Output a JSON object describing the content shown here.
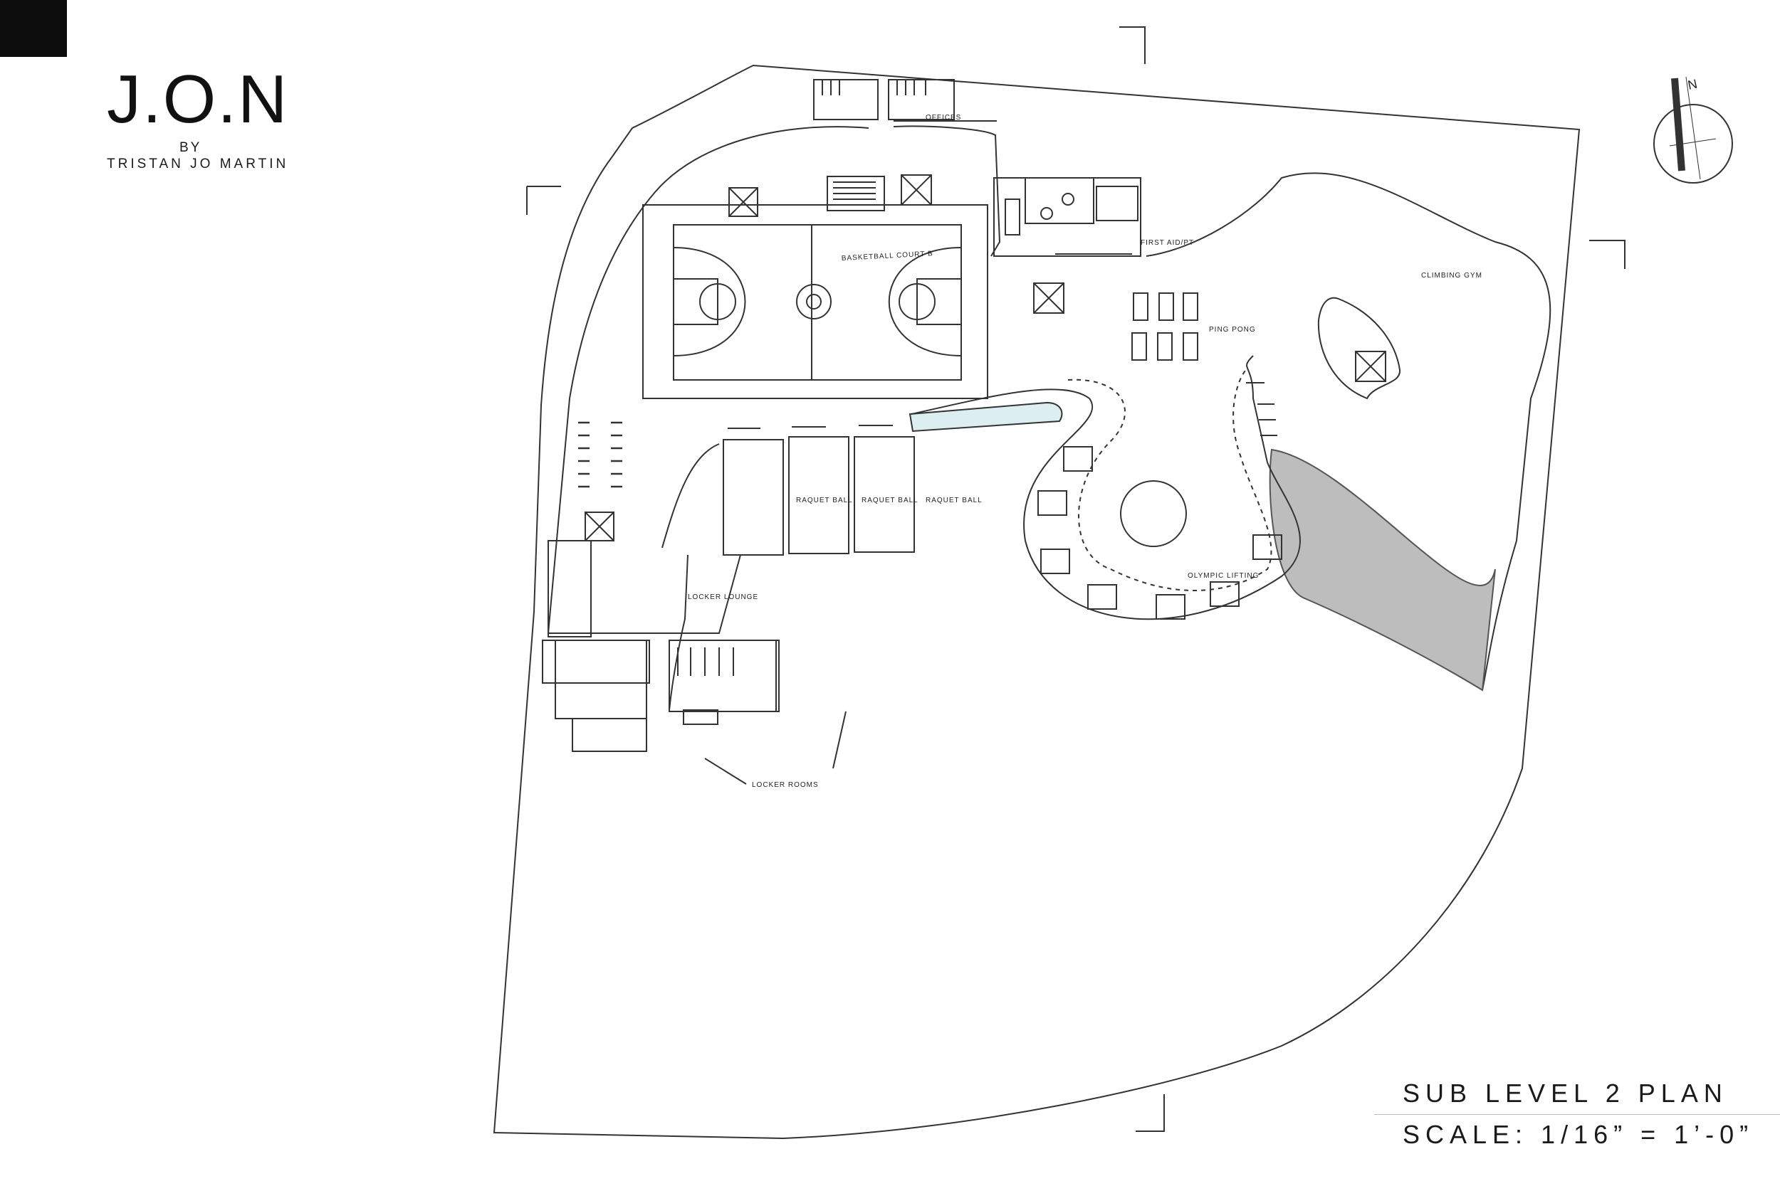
{
  "brand": {
    "logo": "J.O.N",
    "by": "BY",
    "author": "TRISTAN JO MARTIN"
  },
  "sheet": {
    "title": "SUB LEVEL 2 PLAN",
    "scale": "SCALE: 1/16” = 1’-0”"
  },
  "north_arrow": {
    "label": "N",
    "icon": "north-arrow-icon"
  },
  "labels": {
    "offices": "OFFICES",
    "basketball": "BASKETBALL COURT B",
    "first_aid": "FIRST AID/PT",
    "climbing": "CLIMBING GYM",
    "ping_pong": "PING PONG",
    "raquet_1": "RAQUET BALL",
    "raquet_2": "RAQUET BALL",
    "raquet_3": "RAQUET BALL",
    "olympic": "OLYMPIC LIFTING",
    "locker_lounge": "LOCKER LOUNGE",
    "locker_rooms": "LOCKER ROOMS"
  },
  "colors": {
    "ink": "#1a1a1a",
    "line": "#333333",
    "pool": "#dceef2",
    "brand_block": "#0c0c0c"
  }
}
